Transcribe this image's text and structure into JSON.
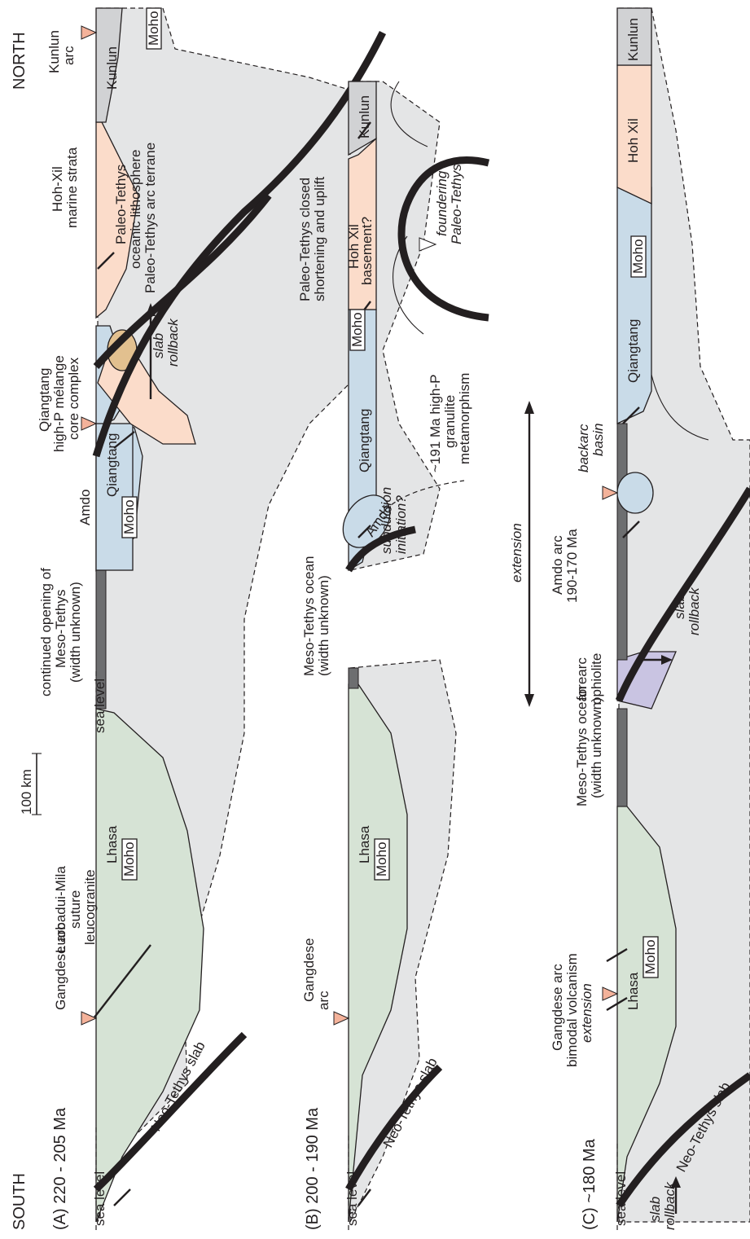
{
  "orientation": {
    "left": "SOUTH",
    "right": "NORTH"
  },
  "scale_bar": "100 km",
  "panels": [
    {
      "title": "(A) 220 - 205 Ma",
      "labels": {
        "sea_level_left": "sea level",
        "sea_level_mid": "sea level",
        "neo_tethys": "Neo-Tethys slab",
        "gangdese": "Gangdese arc",
        "luobadui_1": "Luobadui-Mila",
        "luobadui_2": "suture",
        "luobadui_3": "leucogranite",
        "lhasa": "Lhasa",
        "moho": "Moho",
        "meso_1": "continued opening of",
        "meso_2": "Meso-Tethys",
        "meso_3": "(width unknown)",
        "amdo": "Amdo",
        "qiangtang": "Qiangtang",
        "qiangtang_core_1": "Qiangtang",
        "qiangtang_core_2": "high-P mélange",
        "qiangtang_core_3": "core complex",
        "slab_rollback_1": "slab",
        "slab_rollback_2": "rollback",
        "arc_terrane": "Paleo-Tethys arc terrane",
        "oceanic_1": "Paleo-Tethys",
        "oceanic_2": "oceanic lithosphere",
        "hohxil_1": "Hoh-Xil",
        "hohxil_2": "marine strata",
        "kunlun_arc_1": "Kunlun",
        "kunlun_arc_2": "arc",
        "kunlun": "Kunlun"
      }
    },
    {
      "title": "(B) 200 - 190 Ma",
      "labels": {
        "sea_level": "sea level",
        "neo_tethys": "Neo-Tethys slab",
        "gangdese_1": "Gangdese",
        "gangdese_2": "arc",
        "lhasa": "Lhasa",
        "moho": "Moho",
        "meso_1": "Meso-Tethys ocean",
        "meso_2": "(width unknown)",
        "subduction_1": "subduction",
        "subduction_2": "initiation?",
        "amdo": "Amdo",
        "qiangtang": "Qiangtang",
        "granulite_1": "~191 Ma high-P",
        "granulite_2": "granulite",
        "granulite_3": "metamorphism",
        "moho_q": "Moho",
        "hohxil_1": "Hoh Xil",
        "hohxil_2": "basement?",
        "closed_1": "Paleo-Tethys closed",
        "closed_2": "shortening and uplift",
        "foundering_1": "foundering",
        "foundering_2": "Paleo-Tethys",
        "kunlun": "Kunlun"
      }
    },
    {
      "title": "(C) ~180 Ma",
      "labels": {
        "sea_level": "sea level",
        "slab_rollback_1": "slab",
        "slab_rollback_2": "rollback",
        "neo_tethys": "Neo-Tethys slab",
        "gangdese_1": "Gangdese arc",
        "gangdese_2": "bimodal volcanism",
        "extension_small": "extension",
        "lhasa": "Lhasa",
        "moho": "Moho",
        "meso_1": "Meso-Tethys ocean",
        "meso_2": "(width unknown)",
        "forearc_1": "forearc",
        "forearc_2": "ophiolite",
        "extension": "extension",
        "amdo_arc_1": "Amdo arc",
        "amdo_arc_2": "190-170 Ma",
        "backarc_1": "backarc",
        "backarc_2": "basin",
        "slab_rollback2_1": "slab",
        "slab_rollback2_2": "rollback",
        "qiangtang": "Qiangtang",
        "moho_q": "Moho",
        "hohxil": "Hoh Xil",
        "kunlun": "Kunlun"
      }
    }
  ]
}
